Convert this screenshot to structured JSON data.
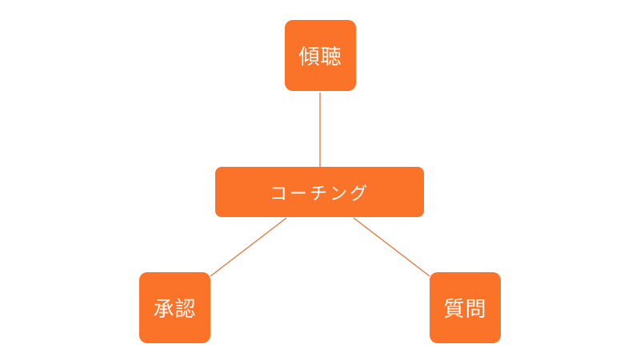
{
  "diagram": {
    "center": {
      "label": "コーチング"
    },
    "nodes": [
      {
        "id": "listening",
        "label": "傾聴"
      },
      {
        "id": "acknowledgment",
        "label": "承認"
      },
      {
        "id": "questioning",
        "label": "質問"
      }
    ]
  },
  "colors": {
    "node_fill": "#fb7329",
    "node_text": "#ffffff",
    "connector": "#e0753a",
    "background": "#ffffff"
  }
}
